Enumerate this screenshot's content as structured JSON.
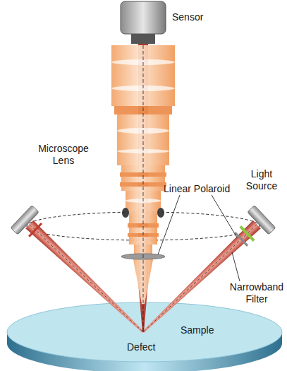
{
  "diagram": {
    "labels": [
      "Sensor",
      "Microscope Lens",
      "Linear Polaroid",
      "Light Source",
      "Narrowband Filter",
      "Defect",
      "Sample"
    ]
  }
}
